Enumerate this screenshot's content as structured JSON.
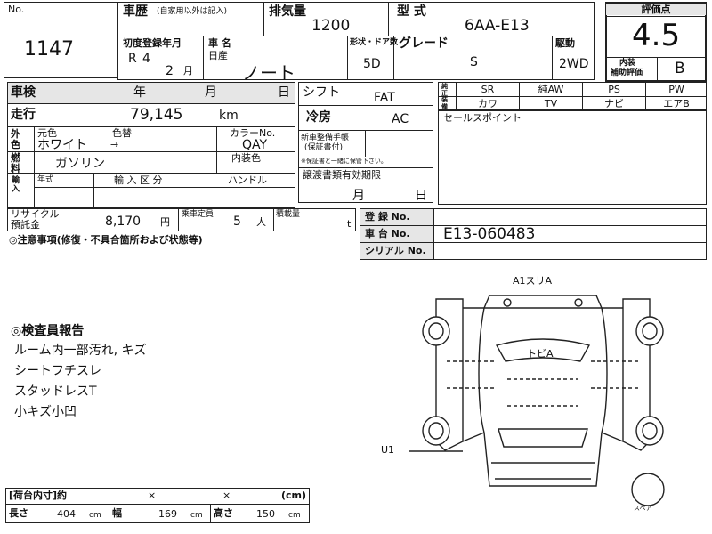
{
  "lot": {
    "label": "No.",
    "number": "1147"
  },
  "top": {
    "history_label": "車歴",
    "history_note": "(自家用以外は記入)",
    "displacement_label": "排気量",
    "displacement": "1200",
    "model_label": "型 式",
    "model": "6AA-E13",
    "first_reg_label": "初度登録年月",
    "first_reg_era": "R",
    "first_reg_year": "4",
    "first_reg_month": "2",
    "first_reg_month_unit": "月",
    "name_label": "車 名",
    "maker": "日産",
    "car_name": "ノート",
    "body_doors_label": "形状・ドア数",
    "body_doors": "5D",
    "grade_label": "グレード",
    "grade": "S",
    "drive_label": "駆動",
    "drive": "2WD"
  },
  "score": {
    "label": "評価点",
    "value": "4.5",
    "interior_label_1": "内装",
    "interior_label_2": "補助評価",
    "interior_value": "B"
  },
  "left": {
    "inspection_label": "車検",
    "year_unit": "年",
    "month_unit": "月",
    "day_unit": "日",
    "mileage_label": "走行",
    "mileage": "79,145",
    "mileage_unit": "km",
    "exterior_label": "外色",
    "original_color_label": "元色",
    "color_name_label": "色替",
    "color": "ホワイト",
    "arrow": "→",
    "color_no_label": "カラーNo.",
    "color_no": "QAY",
    "fuel_label": "燃料",
    "fuel": "ガソリン",
    "interior_color_label": "内装色",
    "import_label": "輸入",
    "year_type_label": "年式",
    "import_class_label": "輸 入 区 分",
    "handle_label": "ハンドル"
  },
  "mid": {
    "shift_label": "シフト",
    "shift": "FAT",
    "ac_label": "冷房",
    "ac": "AC",
    "manual_label_1": "新車整備手帳",
    "manual_label_2": "(保証書付)",
    "manual_note": "※保証書と一緒に保管下さい。",
    "transfer_label": "譲渡書類有効期限",
    "month_unit": "月",
    "day_unit": "日"
  },
  "options": {
    "label": "純正装備",
    "row1": [
      "SR",
      "純AW",
      "PS",
      "PW"
    ],
    "row2": [
      "カワ",
      "TV",
      "ナビ",
      "エアB"
    ]
  },
  "sales_point_label": "セールスポイント",
  "recycle": {
    "label_1": "リサイクル",
    "label_2": "預託金",
    "amount": "8,170",
    "amount_unit": "円",
    "capacity_label": "乗車定員",
    "capacity": "5",
    "capacity_unit": "人",
    "load_label": "積載量",
    "load_unit": "t"
  },
  "registration": {
    "reg_label": "登 録 No.",
    "reg_value": "",
    "chassis_label": "車 台 No.",
    "chassis_value": "E13-060483",
    "serial_label": "シリアル No.",
    "serial_value": ""
  },
  "caution_label": "◎注意事項(修復・不具合箇所および状態等)",
  "inspector": {
    "title": "◎検査員報告",
    "lines": [
      "ルーム内一部汚れ, キズ",
      "シートフチスレ",
      "スタッドレスT",
      "小キズ小凹"
    ]
  },
  "diagram": {
    "a1": "A1スリA",
    "center": "トビA",
    "u1": "U1",
    "spare": "スペア"
  },
  "cargo": {
    "label": "[荷台内寸]約",
    "x": "×",
    "unit": "(cm)",
    "length_label": "長さ",
    "length": "404",
    "length_unit": "cm",
    "width_label": "幅",
    "width": "169",
    "width_unit": "cm",
    "height_label": "高さ",
    "height": "150",
    "height_unit": "cm"
  }
}
